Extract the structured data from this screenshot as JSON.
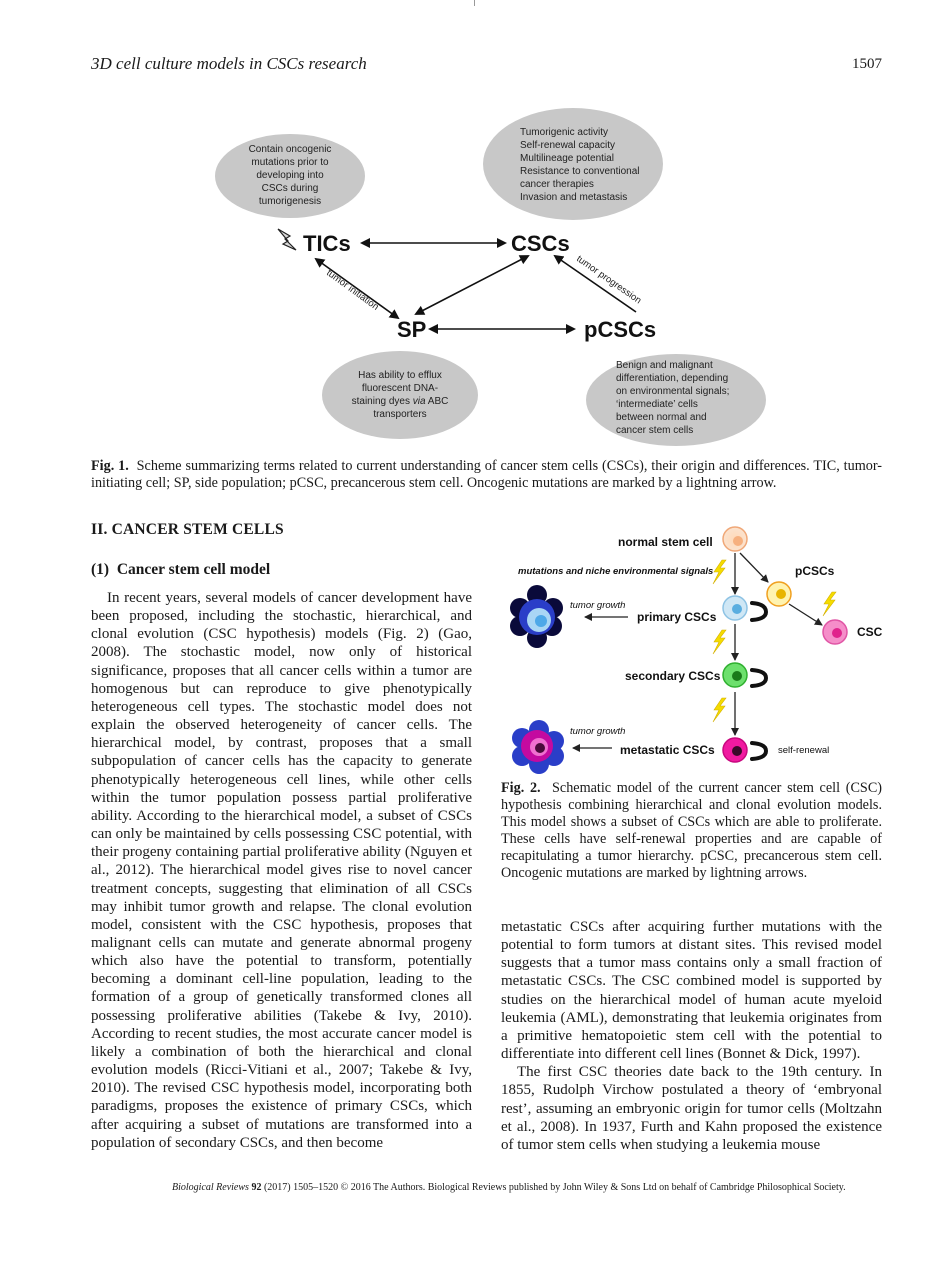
{
  "header": {
    "running_title": "3D cell culture models in CSCs research",
    "page_number": "1507"
  },
  "figure1": {
    "nodes": {
      "tics": "TICs",
      "cscs": "CSCs",
      "sp": "SP",
      "pcscs": "pCSCs"
    },
    "ellipses": {
      "tics": [
        "Contain oncogenic",
        "mutations prior to",
        "developing into",
        "CSCs during",
        "tumorigenesis"
      ],
      "cscs": [
        "Tumorigenic activity",
        "Self-renewal capacity",
        "Multilineage potential",
        "Resistance to conventional",
        "cancer therapies",
        "Invasion and metastasis"
      ],
      "sp": [
        "Has ability to efflux",
        "fluorescent DNA-",
        "staining dyes via ABC",
        "transporters"
      ],
      "pcscs": [
        "Benign and malignant",
        "differentiation, depending",
        "on environmental signals;",
        "‘intermediate’ cells",
        "between normal and",
        "cancer stem cells"
      ]
    },
    "arrow_labels": {
      "tumor_initiation": "tumor initiation",
      "tumor_progression": "tumor progression"
    },
    "caption_label": "Fig. 1.",
    "caption_text": "Scheme summarizing terms related to current understanding of cancer stem cells (CSCs), their origin and differences. TIC, tumor-initiating cell; SP, side population; pCSC, precancerous stem cell. Oncogenic mutations are marked by a lightning arrow."
  },
  "section": {
    "heading": "II.  CANCER STEM CELLS",
    "subheading_num": "(1)",
    "subheading": "Cancer stem cell model"
  },
  "left_column": "In recent years, several models of cancer development have been proposed, including the stochastic, hierarchical, and clonal evolution (CSC hypothesis) models (Fig. 2) (Gao, 2008). The stochastic model, now only of historical significance, proposes that all cancer cells within a tumor are homogenous but can reproduce to give phenotypically heterogeneous cell types. The stochastic model does not explain the observed heterogeneity of cancer cells. The hierarchical model, by contrast, proposes that a small subpopulation of cancer cells has the capacity to generate phenotypically heterogeneous cell lines, while other cells within the tumor population possess partial proliferative ability. According to the hierarchical model, a subset of CSCs can only be maintained by cells possessing CSC potential, with their progeny containing partial proliferative ability (Nguyen et al., 2012). The hierarchical model gives rise to novel cancer treatment concepts, suggesting that elimination of all CSCs may inhibit tumor growth and relapse. The clonal evolution model, consistent with the CSC hypothesis, proposes that malignant cells can mutate and generate abnormal progeny which also have the potential to transform, potentially becoming a dominant cell-line population, leading to the formation of a group of genetically transformed clones all possessing proliferative abilities (Takebe & Ivy, 2010). According to recent studies, the most accurate cancer model is likely a combination of both the hierarchical and clonal evolution models (Ricci-Vitiani et al., 2007; Takebe & Ivy, 2010). The revised CSC hypothesis model, incorporating both paradigms, proposes the existence of primary CSCs, which after acquiring a subset of mutations are transformed into a population of secondary CSCs, and then become",
  "figure2": {
    "normal_stem_cell": "normal stem cell",
    "mutations_label": "mutations and niche environmental signals",
    "pcscs": "pCSCs",
    "tumor_growth_1": "tumor growth",
    "primary": "primary CSCs",
    "csc": "CSC",
    "secondary": "secondary CSCs",
    "tumor_growth_2": "tumor growth",
    "metastatic": "metastatic CSCs",
    "self_renewal": "self-renewal",
    "caption_label": "Fig. 2.",
    "caption_text": "Schematic model of the current cancer stem cell (CSC) hypothesis combining hierarchical and clonal evolution models. This model shows a subset of CSCs which are able to proliferate. These cells have self-renewal properties and are capable of recapitulating a tumor hierarchy. pCSC, precancerous stem cell. Oncogenic mutations are marked by lightning arrows."
  },
  "right_column": {
    "p1": "metastatic CSCs after acquiring further mutations with the potential to form tumors at distant sites. This revised model suggests that a tumor mass contains only a small fraction of metastatic CSCs. The CSC combined model is supported by studies on the hierarchical model of human acute myeloid leukemia (AML), demonstrating that leukemia originates from a primitive hematopoietic stem cell with the potential to differentiate into different cell lines (Bonnet & Dick, 1997).",
    "p2": "The first CSC theories date back to the 19th century. In 1855, Rudolph Virchow postulated a theory of ‘embryonal rest’, assuming an embryonic origin for tumor cells (Moltzahn et al., 2008). In 1937, Furth and Kahn proposed the existence of tumor stem cells when studying a leukemia mouse"
  },
  "footer": {
    "journal": "Biological Reviews",
    "volume": "92",
    "rest": "(2017) 1505–1520 © 2016 The Authors. Biological Reviews published by John Wiley & Sons Ltd on behalf of Cambridge Philosophical Society."
  }
}
